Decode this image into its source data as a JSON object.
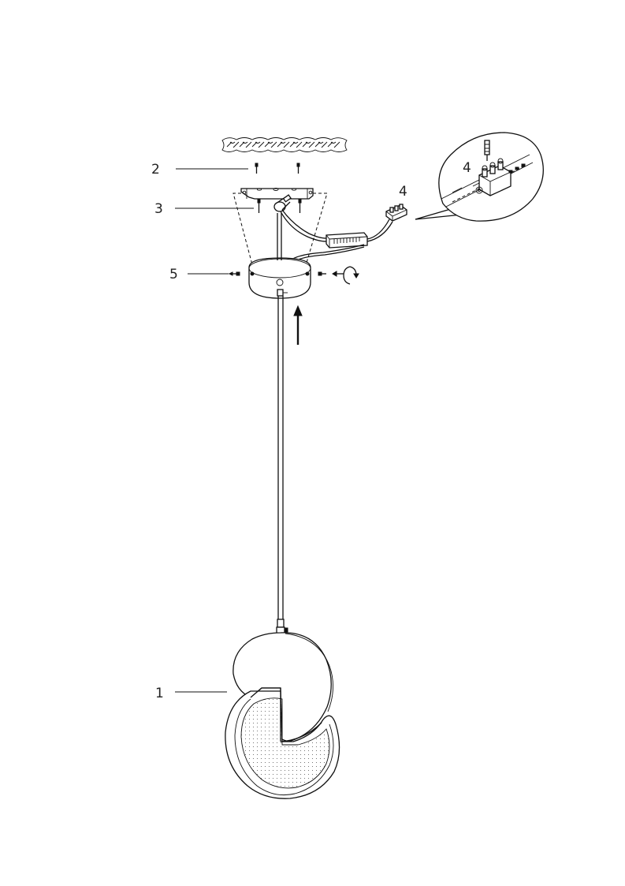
{
  "callouts": {
    "lamp_head": "1",
    "ceiling_screws": "2",
    "bracket_screws": "3",
    "terminal_block": "4",
    "terminal_block_detail": "4",
    "canopy_screws": "5"
  },
  "colors": {
    "line": "#111111",
    "background": "#ffffff"
  }
}
